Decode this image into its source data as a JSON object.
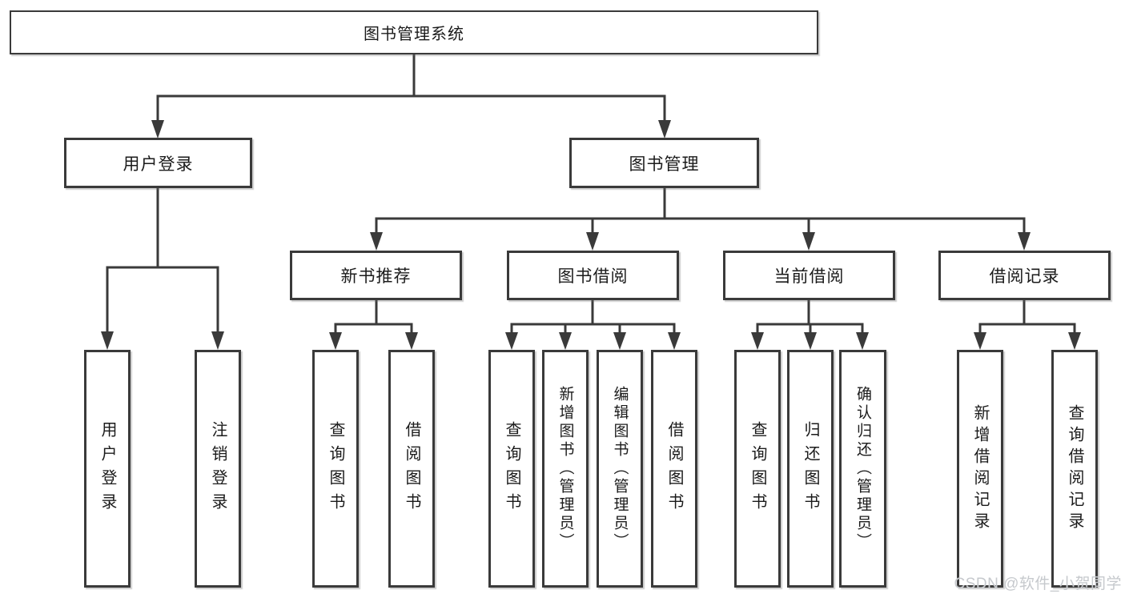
{
  "diagram": {
    "root": {
      "label": "图书管理系统"
    },
    "branches": [
      {
        "label": "用户登录",
        "children": [
          {
            "label": "用户登录"
          },
          {
            "label": "注销登录"
          }
        ]
      },
      {
        "label": "图书管理",
        "children": [
          {
            "label": "新书推荐",
            "children": [
              {
                "label": "查询图书"
              },
              {
                "label": "借阅图书"
              }
            ]
          },
          {
            "label": "图书借阅",
            "children": [
              {
                "label": "查询图书"
              },
              {
                "label": "新增图书（管理员）"
              },
              {
                "label": "编辑图书（管理员）"
              },
              {
                "label": "借阅图书"
              }
            ]
          },
          {
            "label": "当前借阅",
            "children": [
              {
                "label": "查询图书"
              },
              {
                "label": "归还图书"
              },
              {
                "label": "确认归还（管理员）"
              }
            ]
          },
          {
            "label": "借阅记录",
            "children": [
              {
                "label": "新增借阅记录"
              },
              {
                "label": "查询借阅记录"
              }
            ]
          }
        ]
      }
    ]
  },
  "watermark": {
    "text": "CSDN @软件_小贺同学"
  },
  "colors": {
    "line": "#3a3a3a",
    "box_border": "#3a3a3a",
    "text": "#1b1b1b",
    "watermark": "#c6c9cd",
    "background": "#ffffff"
  }
}
